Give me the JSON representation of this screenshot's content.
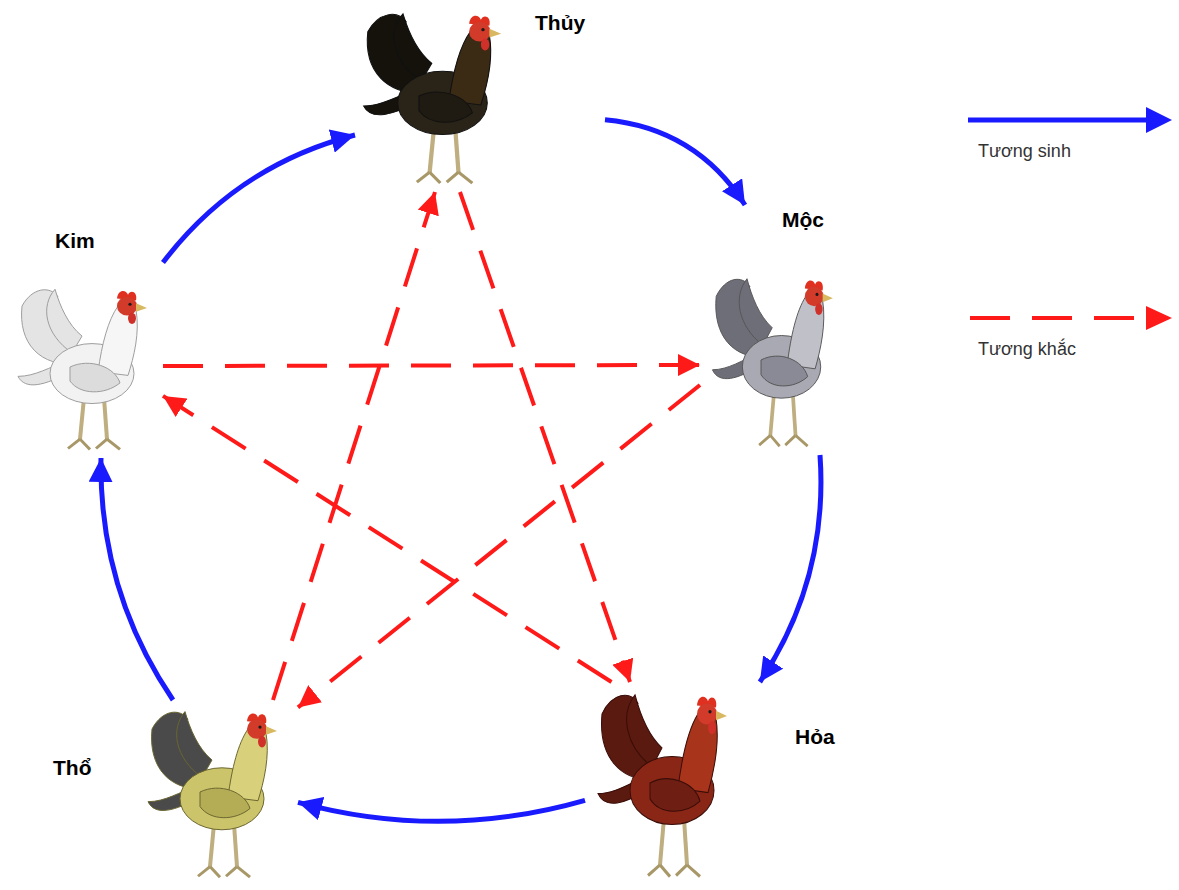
{
  "diagram": {
    "nodes": [
      {
        "text": [
          "Thủy"
        ]
      },
      {
        "text": [
          "Mộc"
        ]
      },
      {
        "text": [
          "Hỏa"
        ]
      },
      {
        "text": [
          "Thổ"
        ]
      },
      {
        "text": [
          "Kim"
        ]
      }
    ],
    "edges": [
      {
        "from": 4,
        "to": 0,
        "arrow": "to"
      },
      {
        "from": 0,
        "to": 1,
        "arrow": "to"
      },
      {
        "from": 1,
        "to": 2,
        "arrow": "to"
      },
      {
        "from": 2,
        "to": 3,
        "arrow": "to"
      },
      {
        "from": 3,
        "to": 4,
        "arrow": "to"
      },
      {
        "from": 0,
        "to": 2,
        "arrow": "to"
      },
      {
        "from": 2,
        "to": 4,
        "arrow": "to"
      },
      {
        "from": 4,
        "to": 1,
        "arrow": "to"
      },
      {
        "from": 1,
        "to": 3,
        "arrow": "to"
      },
      {
        "from": 3,
        "to": 0,
        "arrow": "to"
      }
    ],
    "legend": [
      {
        "text": "Tương sinh"
      },
      {
        "text": "Tương khắc"
      }
    ]
  }
}
